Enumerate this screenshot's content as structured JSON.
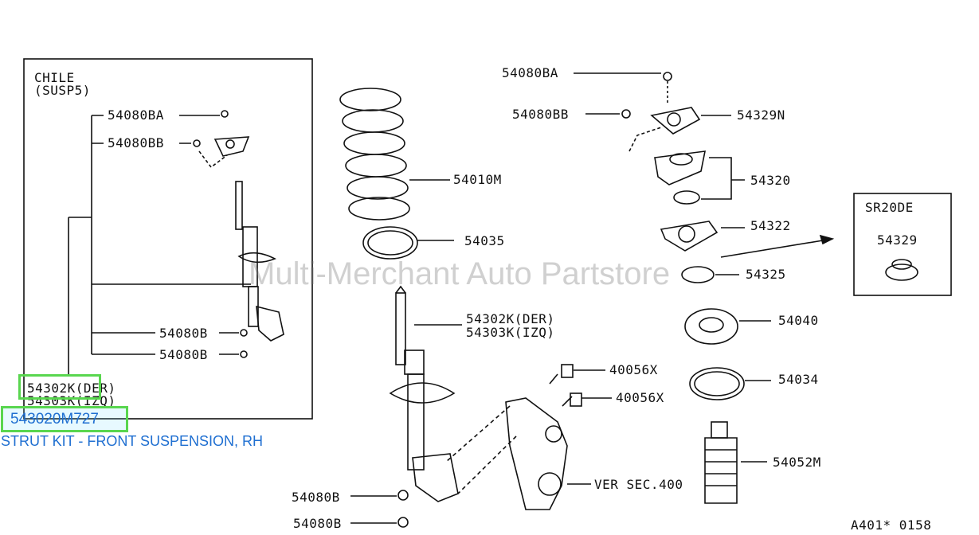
{
  "inset_left": {
    "title_line1": "CHILE",
    "title_line2": "(SUSP5)"
  },
  "inset_right": {
    "title": "SR20DE",
    "part": "54329"
  },
  "labels": {
    "l_54080BA": "54080BA",
    "l_54080BB": "54080BB",
    "l_54080B_a": "54080B",
    "l_54080B_b": "54080B",
    "l_54302K_der": "54302K(DER)",
    "l_54303K_izq": "54303K(IZQ)",
    "m_54010M": "54010M",
    "m_54035": "54035",
    "m_54302K": "54302K(DER)",
    "m_54303K": "54303K(IZQ)",
    "m_40056X_a": "40056X",
    "m_40056X_b": "40056X",
    "m_54080B_a": "54080B",
    "m_54080B_b": "54080B",
    "m_ver_sec": "VER SEC.400",
    "r_54080BA": "54080BA",
    "r_54080BB": "54080BB",
    "r_54329N": "54329N",
    "r_54320": "54320",
    "r_54322": "54322",
    "r_54325": "54325",
    "r_54040": "54040",
    "r_54034": "54034",
    "r_54052M": "54052M",
    "ref": "A401* 0158"
  },
  "highlight": {
    "part_number": "543020M727",
    "description": "STRUT KIT - FRONT SUSPENSION, RH"
  },
  "watermark": "Multi-Merchant Auto Partstore"
}
